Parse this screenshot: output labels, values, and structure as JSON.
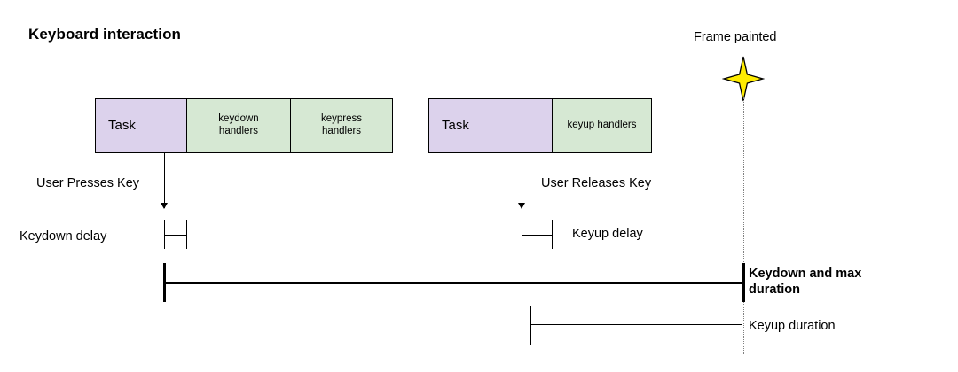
{
  "diagram": {
    "title": "Keyboard interaction",
    "type": "timeline-diagram",
    "colors": {
      "task_fill": "#dcd2ec",
      "handler_fill": "#d6e8d3",
      "stroke": "#000000",
      "star_fill": "#ffec00",
      "guide_line": "#808080"
    }
  },
  "frame_marker": {
    "label": "Frame painted",
    "icon": "four-point-star"
  },
  "track_keydown": {
    "task": {
      "label": "Task"
    },
    "handlers": [
      {
        "label": "keydown\nhandlers",
        "line1": "keydown",
        "line2": "handlers"
      },
      {
        "label": "keypress\nhandlers",
        "line1": "keypress",
        "line2": "handlers"
      }
    ],
    "event_label": "User Presses Key",
    "delay_label": "Keydown delay",
    "duration_label": "Keydown and max duration",
    "duration_label_line1": "Keydown and max",
    "duration_label_line2": "duration"
  },
  "track_keyup": {
    "task": {
      "label": "Task"
    },
    "handlers": [
      {
        "label": "keyup handlers"
      }
    ],
    "event_label": "User Releases Key",
    "delay_label": "Keyup delay",
    "duration_label": "Keyup duration"
  }
}
